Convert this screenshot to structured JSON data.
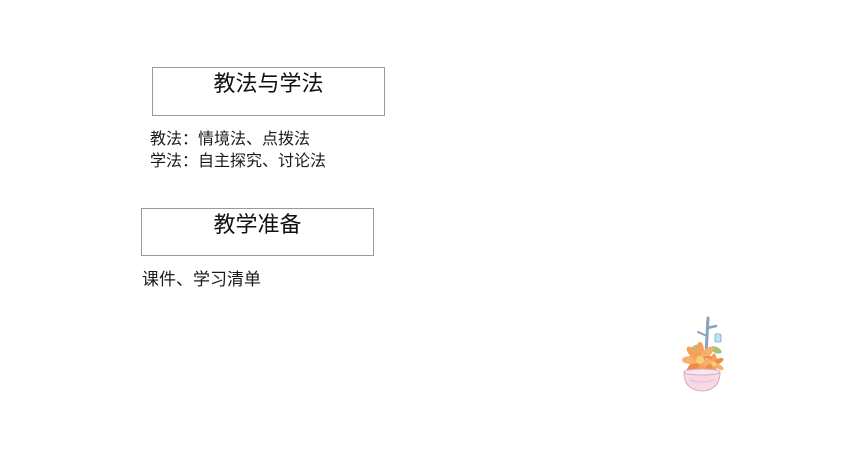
{
  "sections": [
    {
      "title": "教法与学法",
      "lines": [
        "教法：情境法、点拨法",
        "学法：自主探究、讨论法"
      ]
    },
    {
      "title": "教学准备",
      "lines": [
        "课件、学习清单"
      ]
    }
  ],
  "decoration": {
    "icon": "potted-succulent-icon",
    "colors": {
      "pot": "#f6d9e6",
      "petals": "#f3a25a",
      "leaves": "#9fb3c8"
    }
  }
}
